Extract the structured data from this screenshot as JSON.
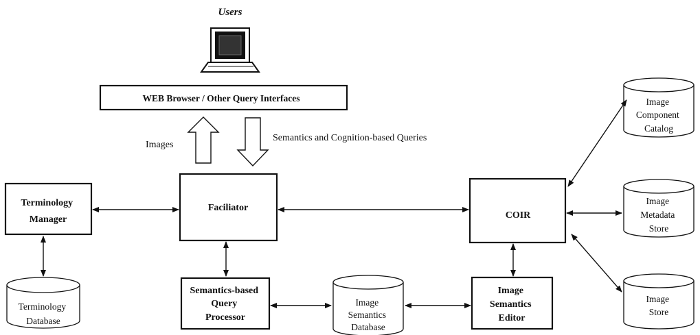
{
  "users_label": "Users",
  "browser_label": "WEB Browser / Other Query Interfaces",
  "images_label": "Images",
  "queries_label": "Semantics and Cognition-based Queries",
  "terminology_manager": [
    "Terminology",
    "Manager"
  ],
  "terminology_database": [
    "Terminology",
    "Database"
  ],
  "faciliator_label": "Faciliator",
  "coir_label": "COIR",
  "query_processor": [
    "Semantics-based",
    "Query",
    "Processor"
  ],
  "image_semantics_database": [
    "Image",
    "Semantics",
    "Database"
  ],
  "image_semantics_editor": [
    "Image",
    "Semantics",
    "Editor"
  ],
  "image_component_catalog": [
    "Image",
    "Component",
    "Catalog"
  ],
  "image_metadata_store": [
    "Image",
    "Metadata",
    "Store"
  ],
  "image_store": [
    "Image",
    "Store"
  ]
}
